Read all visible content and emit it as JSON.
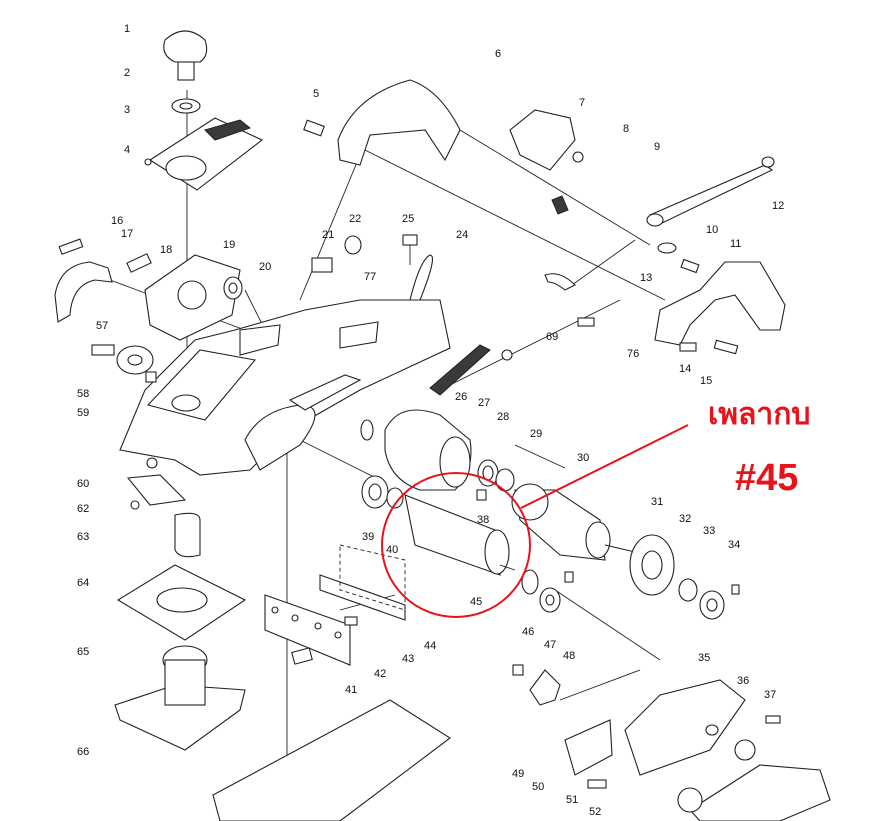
{
  "annotation": {
    "thai_label": "เพลากบ",
    "part_label": "#45",
    "color": "#e8121b"
  },
  "part_numbers": [
    "1",
    "2",
    "3",
    "4",
    "5",
    "6",
    "7",
    "8",
    "9",
    "10",
    "11",
    "12",
    "13",
    "14",
    "15",
    "16",
    "17",
    "18",
    "19",
    "20",
    "21",
    "22",
    "24",
    "25",
    "26",
    "27",
    "28",
    "29",
    "30",
    "31",
    "32",
    "33",
    "34",
    "35",
    "36",
    "37",
    "38",
    "39",
    "40",
    "41",
    "42",
    "43",
    "44",
    "45",
    "46",
    "47",
    "48",
    "49",
    "50",
    "51",
    "52",
    "57",
    "58",
    "59",
    "60",
    "62",
    "63",
    "64",
    "65",
    "66",
    "69",
    "76",
    "77"
  ]
}
